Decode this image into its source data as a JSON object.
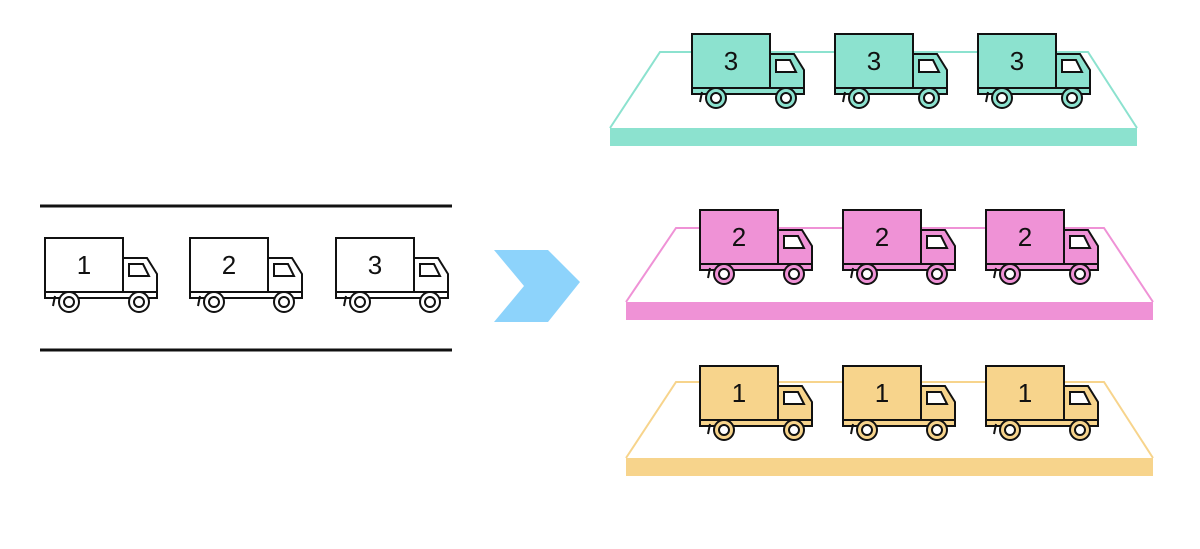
{
  "road": {
    "trucks": [
      {
        "label": "1",
        "color": "#ffffff"
      },
      {
        "label": "2",
        "color": "#ffffff"
      },
      {
        "label": "3",
        "color": "#ffffff"
      }
    ]
  },
  "arrow": {
    "color": "#8dd3fb"
  },
  "platforms": [
    {
      "name": "top",
      "color": "#8ce2cf",
      "trucks": [
        {
          "label": "3"
        },
        {
          "label": "3"
        },
        {
          "label": "3"
        }
      ]
    },
    {
      "name": "middle",
      "color": "#ef92d6",
      "trucks": [
        {
          "label": "2"
        },
        {
          "label": "2"
        },
        {
          "label": "2"
        }
      ]
    },
    {
      "name": "bottom",
      "color": "#f7d48c",
      "trucks": [
        {
          "label": "1"
        },
        {
          "label": "1"
        },
        {
          "label": "1"
        }
      ]
    }
  ],
  "colors": {
    "stroke": "#111111",
    "background": "#ffffff"
  }
}
